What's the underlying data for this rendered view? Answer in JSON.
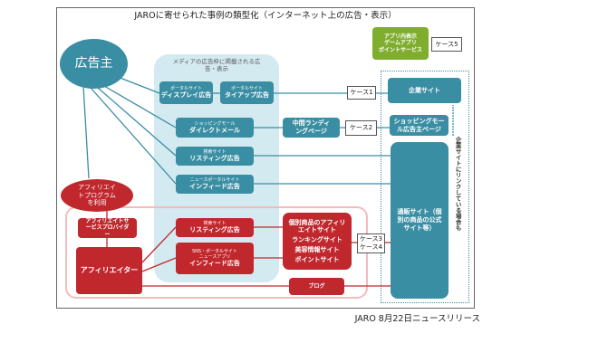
{
  "title": "JAROに寄せられた事例の類型化（インターネット上の広告・表示）",
  "advertiser": "広告主",
  "media_panel_label": "メディアの広告枠に掲載される広告・表示",
  "portal_display": {
    "sub": "ポータルサイト",
    "main": "ディスプレイ広告"
  },
  "portal_tieup": {
    "sub": "ポータルサイト",
    "main": "タイアップ広告"
  },
  "shopping_dm": {
    "sub": "ショッピングモール",
    "main": "ダイレクトメール"
  },
  "search_listing": {
    "sub": "検索サイト",
    "main": "リスティング広告"
  },
  "portal_infeed": {
    "sub": "ニュースポータルサイト",
    "main": "インフィード広告"
  },
  "intermediate_lp": "中間ランディングページ",
  "corporate_site": "企業サイト",
  "mall_page": "ショッピングモール広告主ページ",
  "ec_site": "通販サイト（個別の商品の公式サイト等）",
  "app_box": {
    "line1": "アプリ内表示",
    "line2": "ゲームアプリ",
    "line3": "ポイントサービス"
  },
  "cases": {
    "c1": "ケース1",
    "c2": "ケース2",
    "c3": "ケース3",
    "c4": "ケース4",
    "c5": "ケース5"
  },
  "link_note": "企業サイトにリンクしている場合も",
  "affiliate_program": "アフィリエイトプログラムを利用",
  "asp": "アフィリエイトサービスプロバイダー",
  "affiliator": "アフィリエイター",
  "aff_listing": {
    "sub": "検索サイト",
    "main": "リスティング広告"
  },
  "aff_infeed": {
    "sub": "SNS・ポータルサイトニュースアプリ",
    "main": "インフィード広告"
  },
  "aff_sites": {
    "l1": "個別商品のアフィリエイトサイト",
    "l2": "ランキングサイト",
    "l3": "美容情報サイト",
    "l4": "ポイントサイト"
  },
  "blog": "ブログ",
  "caption": "JARO 8月22日ニュースリリース",
  "colors": {
    "teal": "#3a8ea3",
    "red": "#c0282e",
    "green": "#7fae2e",
    "lightblue": "#d4eaf1"
  }
}
